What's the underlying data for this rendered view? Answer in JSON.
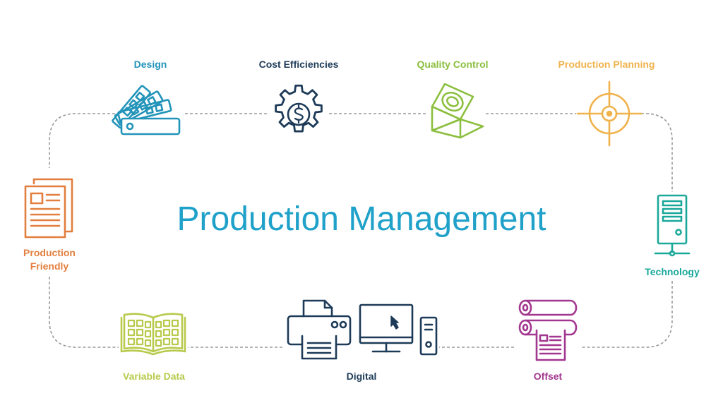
{
  "title": {
    "text": "Production Management",
    "color": "#1fa1c9"
  },
  "nodes": {
    "design": {
      "label": "Design",
      "color": "#2394b9",
      "icon": "color-swatch-icon"
    },
    "cost": {
      "label": "Cost Efficiencies",
      "color": "#1d3b58",
      "icon": "gear-dollar-icon"
    },
    "quality": {
      "label": "Quality Control",
      "color": "#8cbf3f",
      "icon": "loupe-check-icon"
    },
    "planning": {
      "label": "Production Planning",
      "color": "#f0b24b",
      "icon": "crosshair-target-icon"
    },
    "technology": {
      "label": "Technology",
      "color": "#1aa89a",
      "icon": "server-tower-icon"
    },
    "offset": {
      "label": "Offset",
      "color": "#a2378f",
      "icon": "offset-press-rollers-icon"
    },
    "digital": {
      "label": "Digital",
      "color": "#1d3b58",
      "icon": "printer-computer-icon"
    },
    "variable": {
      "label": "Variable Data",
      "color": "#b8ca4b",
      "icon": "open-book-grid-icon"
    },
    "friendly": {
      "label_line1": "Production",
      "label_line2": "Friendly",
      "color": "#e37f3e",
      "icon": "stacked-documents-icon"
    }
  },
  "connector_color": "#9a9a9a"
}
